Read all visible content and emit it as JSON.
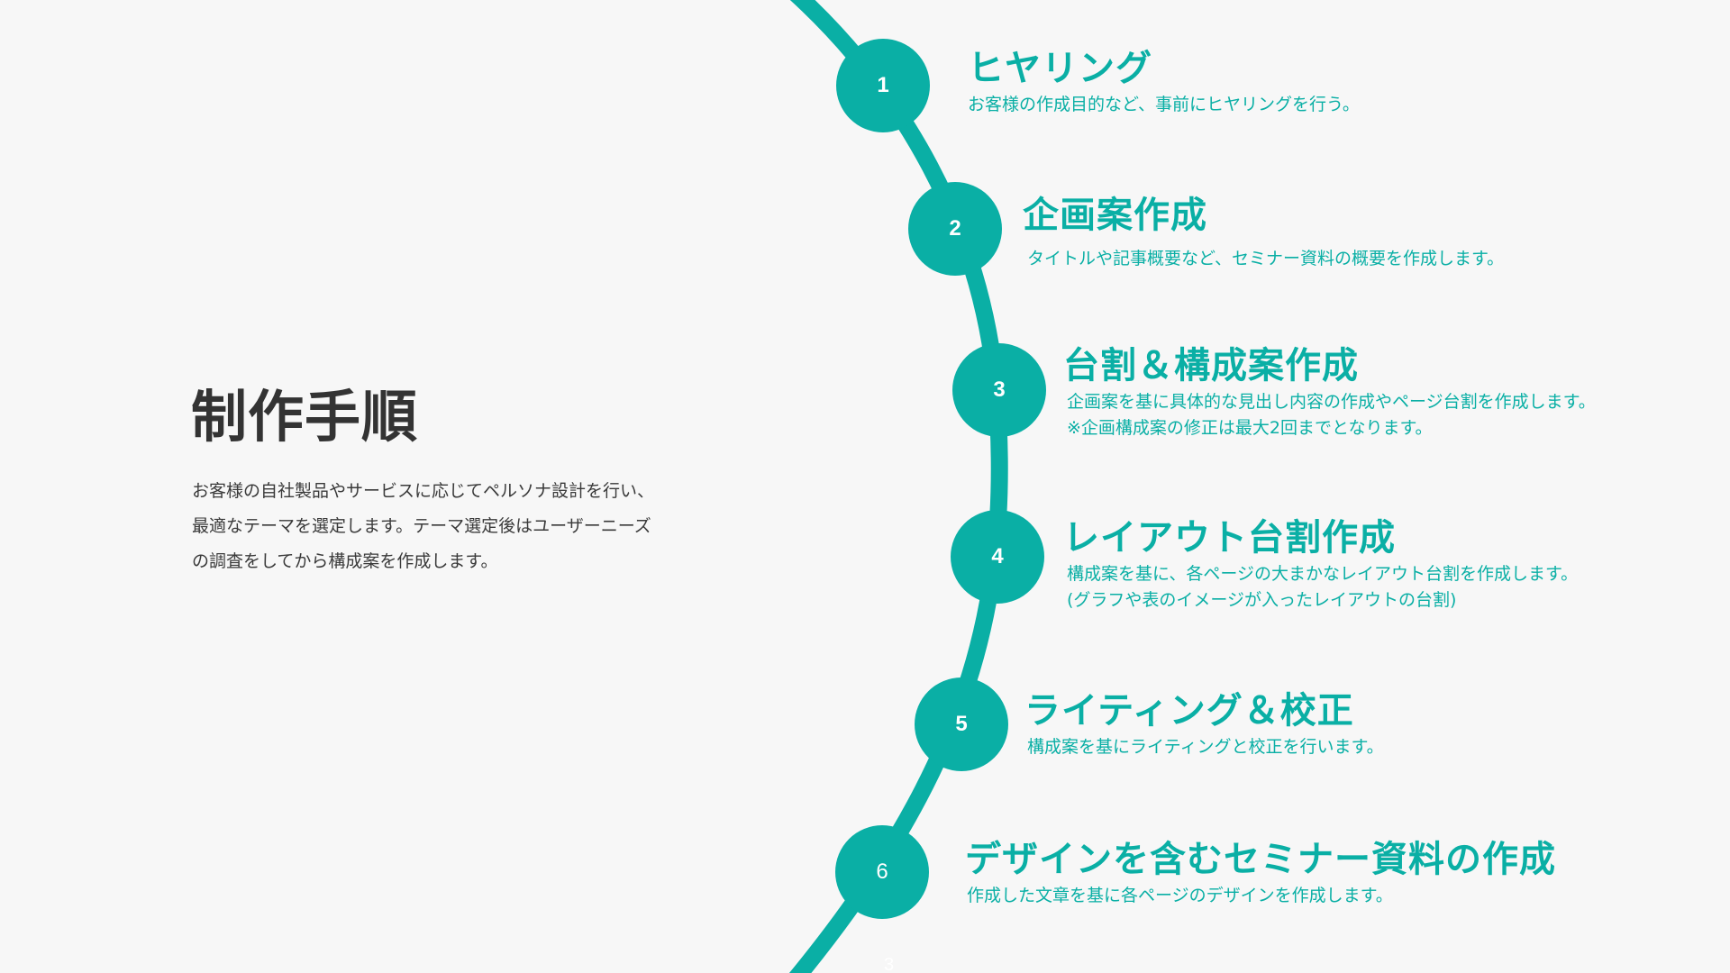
{
  "page": {
    "title": "制作手順",
    "description": [
      "お客様の自社製品やサービスに応じてペルソナ設計を行い、",
      "最適なテーマを選定します。テーマ選定後はユーザーニーズ",
      "の調査をしてから構成案を作成します。"
    ]
  },
  "colors": {
    "accent": "#0aafa5",
    "heading": "#333333",
    "body_text": "#3a3a3a",
    "background": "#f7f7f7"
  },
  "steps": [
    {
      "number": "1",
      "title": "ヒヤリング",
      "desc": [
        "お客様の作成目的など、事前にヒヤリングを行う。"
      ]
    },
    {
      "number": "2",
      "title": "企画案作成",
      "desc": [
        "タイトルや記事概要など、セミナー資料の概要を作成します。"
      ]
    },
    {
      "number": "3",
      "title": "台割＆構成案作成",
      "desc": [
        "企画案を基に具体的な見出し内容の作成やページ台割を作成します。",
        "※企画構成案の修正は最大2回までとなります。"
      ]
    },
    {
      "number": "4",
      "title": "レイアウト台割作成",
      "desc": [
        "構成案を基に、各ページの大まかなレイアウト台割を作成します。",
        "(グラフや表のイメージが入ったレイアウトの台割)"
      ]
    },
    {
      "number": "5",
      "title": "ライティング＆校正",
      "desc": [
        "構成案を基にライティングと校正を行います。"
      ]
    },
    {
      "number": "6",
      "title": "デザインを含むセミナー資料の作成",
      "desc": [
        "作成した文章を基に各ページのデザインを作成します。"
      ]
    }
  ],
  "bottom_mark": "3"
}
